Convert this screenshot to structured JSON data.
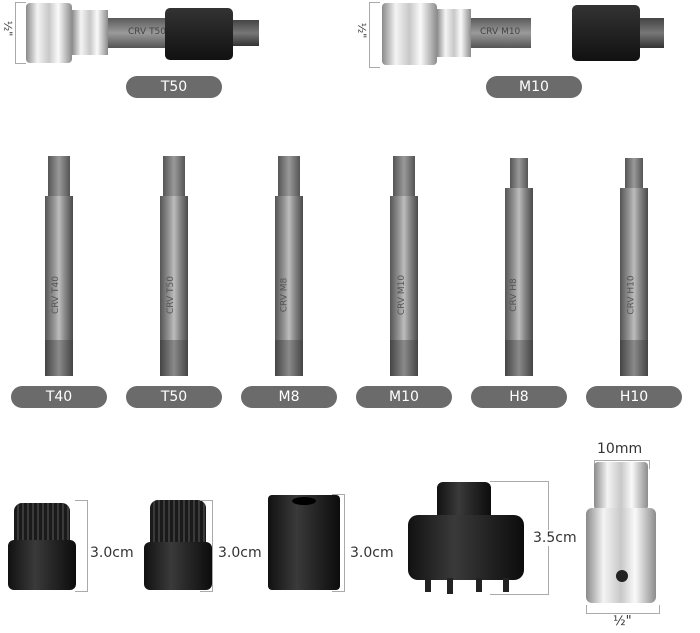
{
  "top_row": {
    "items": [
      {
        "label": "T50",
        "size": "½\"",
        "marking": "CRV T50"
      },
      {
        "label": "M10",
        "size": "½\"",
        "marking": "CRV M10"
      }
    ]
  },
  "bits_row": {
    "items": [
      {
        "label": "T40",
        "marking": "CRV T40"
      },
      {
        "label": "T50",
        "marking": "CRV T50"
      },
      {
        "label": "M8",
        "marking": "CRV M8"
      },
      {
        "label": "M10",
        "marking": "CRV M10"
      },
      {
        "label": "H8",
        "marking": "CRV H8"
      },
      {
        "label": "H10",
        "marking": "CRV H10"
      }
    ]
  },
  "bottom_row": {
    "dims": [
      "3.0cm",
      "3.0cm",
      "3.0cm",
      "3.5cm"
    ],
    "adapter": {
      "top_dim": "10mm",
      "bottom_dim": "½\""
    }
  },
  "colors": {
    "pill": "#6b6b6b",
    "pill_text": "#ffffff"
  }
}
